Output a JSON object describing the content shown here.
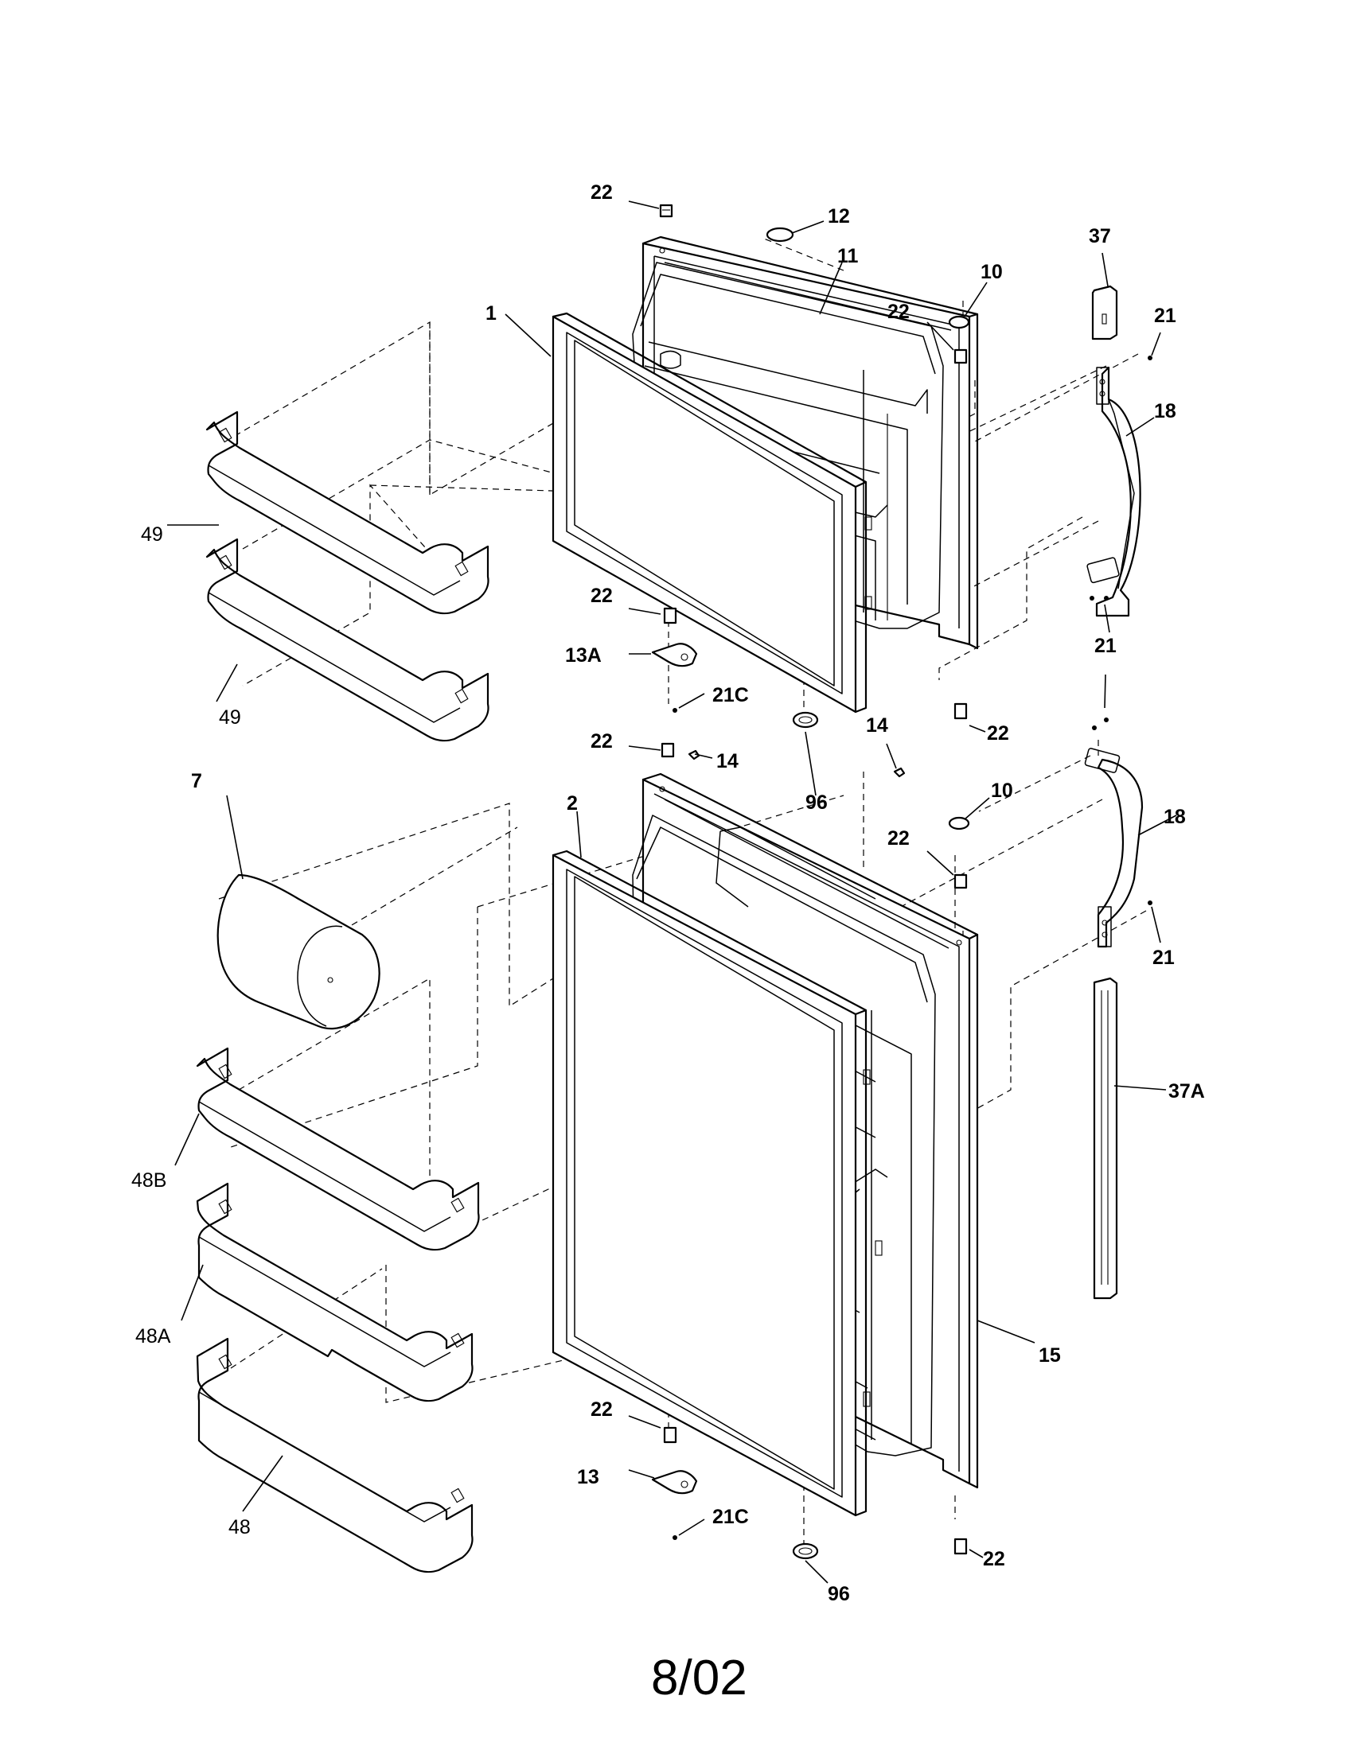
{
  "diagram": {
    "date_code": "8/02",
    "labels": {
      "l1": "1",
      "l2": "2",
      "l7": "7",
      "l10a": "10",
      "l10b": "10",
      "l11": "11",
      "l12": "12",
      "l13": "13",
      "l13a": "13A",
      "l14a": "14",
      "l14b": "14",
      "l15": "15",
      "l18a": "18",
      "l18b": "18",
      "l21a": "21",
      "l21b": "21",
      "l21c": "21",
      "l21ca": "21C",
      "l21cb": "21C",
      "l22a": "22",
      "l22b": "22",
      "l22c": "22",
      "l22d": "22",
      "l22e": "22",
      "l22f": "22",
      "l22g": "22",
      "l22h": "22",
      "l37": "37",
      "l37a": "37A",
      "l48": "48",
      "l48a": "48A",
      "l48b": "48B",
      "l49a": "49",
      "l49b": "49",
      "l96a": "96",
      "l96b": "96"
    }
  }
}
